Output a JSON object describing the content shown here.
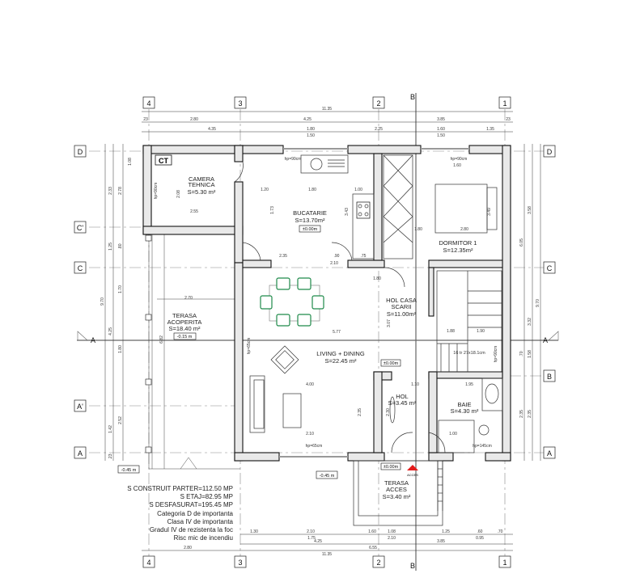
{
  "axes": {
    "columns": [
      "4",
      "3",
      "2",
      "1"
    ],
    "rows_left": [
      "D",
      "C'",
      "C",
      "A'",
      "A"
    ],
    "rows_right": [
      "D",
      "C",
      "B",
      "A"
    ],
    "section_h": "A",
    "section_v": "B"
  },
  "rooms": {
    "camera_tehnica": {
      "name1": "CAMERA",
      "name2": "TEHNICA",
      "area": "S=5.30 m²",
      "tag": "CT"
    },
    "bucatarie": {
      "name": "BUCATARIE",
      "area": "S=13.70m²",
      "level": "±0.00m"
    },
    "dormitor": {
      "name": "DORMITOR 1",
      "area": "S=12.35m²"
    },
    "hol_scarii": {
      "name1": "HOL CASA",
      "name2": "SCARII",
      "area": "S=11.00m²"
    },
    "living": {
      "name": "LIVING + DINING",
      "area": "S=22.45 m²"
    },
    "hol": {
      "name": "HOL",
      "area": "S=3.45 m²"
    },
    "baie": {
      "name": "BAIE",
      "area": "S=4.30 m²"
    },
    "terasa_acoperita": {
      "name1": "TERASA",
      "name2": "ACOPERITA",
      "area": "S=18.40 m²",
      "level": "-0.15 m"
    },
    "terasa_acces": {
      "name1": "TERASA",
      "name2": "ACCES",
      "area": "S=3.40 m²"
    }
  },
  "levels": {
    "hol": "±0.00m",
    "acces": "±0.00m",
    "outside": "-0.45 m",
    "outside_left": "-0.45 m"
  },
  "acces_label": "ACCES",
  "stairs_label": "16 tr 27x18.1cm",
  "heights": {
    "ct": "hp=90cm",
    "kitchen": "hp=90cm",
    "dorm": "hp=90cm",
    "living": "hp=65cm",
    "living_side": "hp=65cm",
    "baie": "hp=145cm",
    "stair": "hp=90cm"
  },
  "dims": {
    "top": [
      "11.35",
      "23",
      "2.80",
      "4.25",
      "3.85",
      "23",
      "4.35",
      "1.80",
      "1.50",
      "2.25",
      "1.60",
      "1.50",
      "1.35"
    ],
    "bottom": [
      "1.30",
      "2.10",
      "1.60",
      "1.08",
      "1.25",
      ".60",
      ".70",
      "1.75",
      "4.25",
      "2.10",
      "3.85",
      "0.95",
      "2.80",
      "6.55",
      "11.35"
    ],
    "left": [
      "9.70",
      "2.33",
      "1.25",
      "4.25",
      "1.42",
      "2.78",
      "1.08",
      "1.70",
      "1.80",
      "2.52",
      ".80",
      ".23"
    ],
    "right": [
      "6.05",
      "3.58",
      "9.70",
      "3.32",
      "1.58",
      ".70",
      "2.35",
      "2.35"
    ],
    "inner": [
      "2.55",
      "2.08",
      "1.20",
      "1.80",
      "1.00",
      "1.73",
      "3.43",
      "2.35",
      ".90",
      ".75",
      "2.10",
      "1.60",
      "1.80",
      "2.80",
      "3.49",
      "1.80",
      "5.77",
      "3.07",
      "1.88",
      "1.90",
      "4.00",
      "1.10",
      "1.95",
      "2.10",
      "2.35",
      "2.30",
      "1.00",
      "2.70",
      "6.82"
    ]
  },
  "stats": [
    "S CONSTRUIT PARTER=112.50 MP",
    "S ETAJ=82.95 MP",
    "S DESFASURAT=195.45 MP",
    "Categoria D de importanta",
    "Clasa IV de importanta",
    "Gradul IV de rezistenta la foc",
    "Risc mic de incendiu"
  ],
  "colors": {
    "chairs": "#1f8a4a",
    "acces_marker": "#e31b1b"
  }
}
